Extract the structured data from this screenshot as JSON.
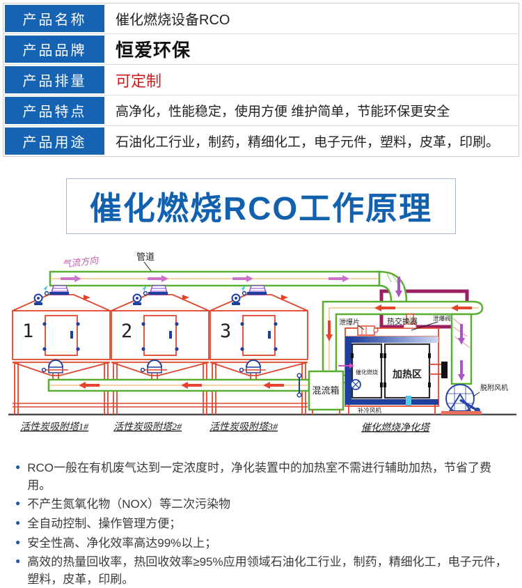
{
  "spec_table": {
    "rows": [
      {
        "label": "产品名称",
        "value": "催化燃烧设备RCO"
      },
      {
        "label": "产品品牌",
        "value": "恒爱环保"
      },
      {
        "label": "产品排量",
        "value": "可定制"
      },
      {
        "label": "产品特点",
        "value": "高净化，性能稳定，使用方便 维护简单，节能环保更安全"
      },
      {
        "label": "产品用途",
        "value": "石油化工行业，制药，精细化工，电子元件，塑料，皮革，印刷。"
      }
    ]
  },
  "banner": {
    "title": "催化燃烧RCO工作原理"
  },
  "diagram": {
    "labels": {
      "airflow_direction": "气流方向",
      "pipe": "管道",
      "explosion_vent_disc": "泄爆片",
      "heat_exchanger": "热交换器",
      "explosion_relief_valve": "泄爆阀",
      "catalytic_combustion": "催化燃烧",
      "heating_zone": "加热区",
      "mixing_box": "混流箱",
      "makeup_air_fan": "补冷风机",
      "desorption_fan": "脱附风机",
      "tower1": "活性炭吸附塔1#",
      "tower2": "活性炭吸附塔2#",
      "tower3": "活性炭吸附塔3#",
      "purification_tower": "催化燃烧净化塔"
    },
    "tower_numbers": [
      "1",
      "2",
      "3"
    ],
    "colors": {
      "pipe_green": "#58ae2f",
      "equipment_red": "#e0452c",
      "frame_purple": "#9b1f63",
      "detail_blue": "#1e3f9e",
      "arrow_pink": "#c973c9",
      "arrow_red": "#e8432a",
      "label_magenta": "#c05ab0"
    }
  },
  "features": {
    "items": [
      "RCO一般在有机废气达到一定浓度时，净化装置中的加热室不需进行辅助加热，节省了费用。",
      "不产生氮氧化物（NOX）等二次污染物",
      "全自动控制、操作管理方便；",
      "安全性高、净化效率高达99%以上；",
      "高效的热量回收率，热回收效率≥95%应用领域石油化工行业，制药，精细化工，电子元件，塑料，皮革，印刷。"
    ]
  },
  "colors": {
    "table_label_bg": "#1563b2",
    "table_label_text": "#ffffff",
    "customizable_red": "#cf1a1a",
    "banner_text": "#1261ae",
    "bullet_blue": "#1a5a9e"
  }
}
